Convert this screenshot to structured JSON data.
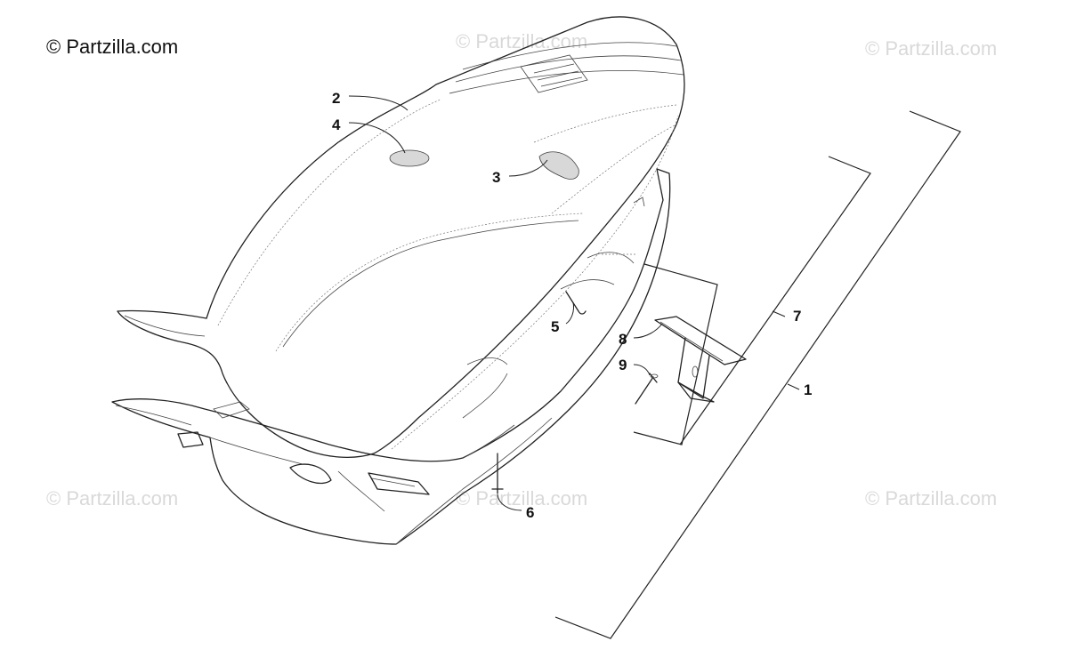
{
  "watermarks": {
    "main": "© Partzilla.com",
    "faded": "© Partzilla.com"
  },
  "callouts": {
    "c1": "1",
    "c2": "2",
    "c3": "3",
    "c4": "4",
    "c5": "5",
    "c6": "6",
    "c7": "7",
    "c8": "8",
    "c9": "9"
  },
  "colors": {
    "ink": "#222222",
    "watermark": "#d9d9d9"
  }
}
